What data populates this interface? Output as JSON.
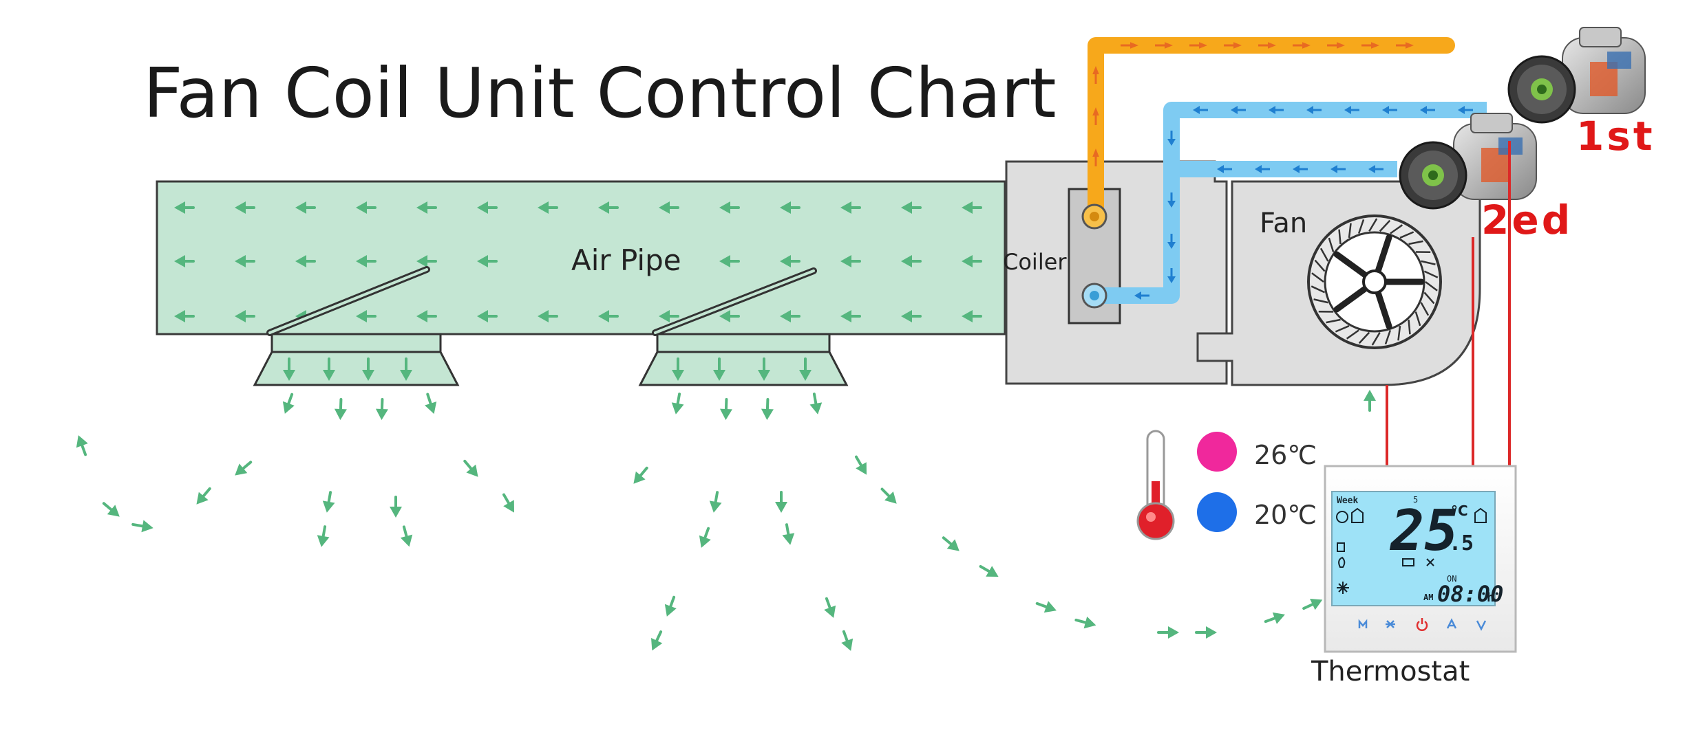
{
  "title": "Fan Coil Unit Control Chart",
  "labels": {
    "air_pipe": "Air Pipe",
    "coiler": "Coiler",
    "fan": "Fan",
    "thermostat": "Thermostat",
    "first_stage": "1st",
    "second_stage": "2ed"
  },
  "legend": [
    {
      "label": "26℃",
      "color": "#f0289c"
    },
    {
      "label": "20℃",
      "color": "#1e6fe8"
    }
  ],
  "thermostat_display": {
    "mode": "Week",
    "day": "5",
    "temperature": "25",
    "decimal": ".5",
    "unit": "°C",
    "on_label": "ON",
    "am_label": "AM",
    "time": "08:00",
    "hour_unit": "h"
  },
  "icons": [
    "thermometer-icon",
    "compressor-icon",
    "fan-wheel-icon",
    "power-icon",
    "snowflake-icon"
  ],
  "colors": {
    "hot_pipe": "#f7a81b",
    "cold_pipe": "#7ecbf2",
    "air_pipe": "#c4e6d3",
    "airflow_arrow": "#55b67e",
    "control_wire": "#dc2828",
    "lcd": "#9ee2f7"
  }
}
